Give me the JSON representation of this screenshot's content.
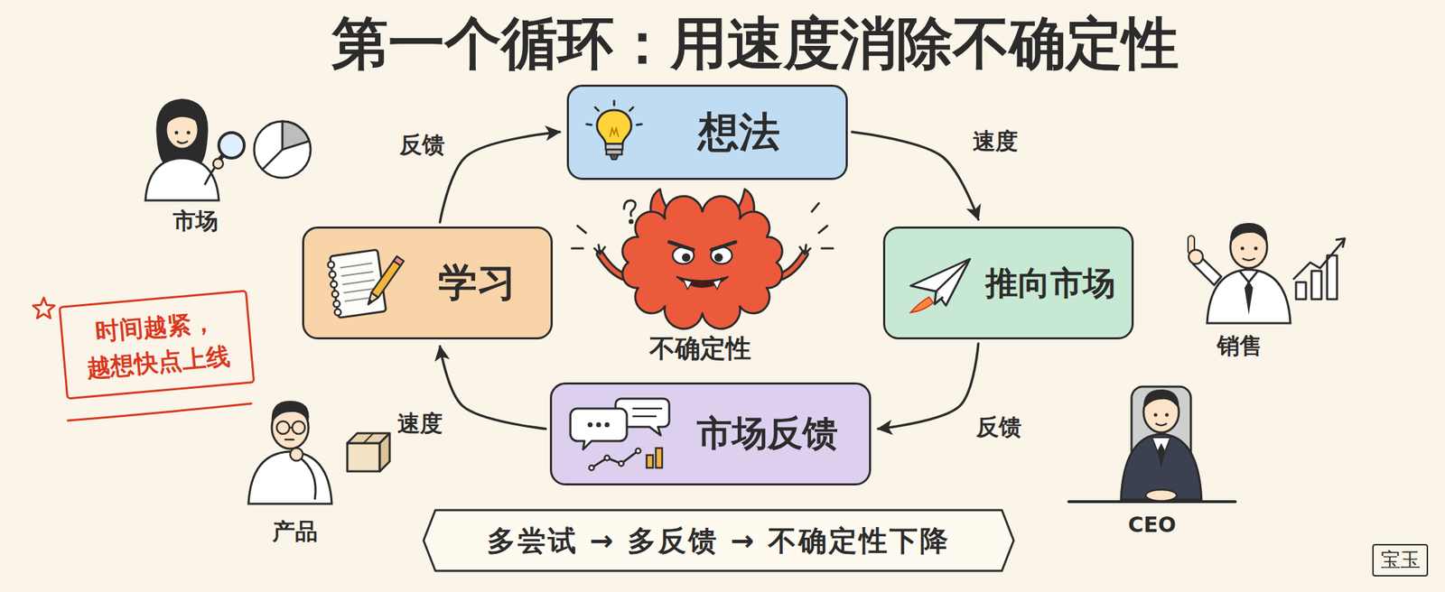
{
  "diagram": {
    "title": "第一个循环：用速度消除不确定性",
    "nodes": [
      {
        "text": [
          "想法"
        ]
      },
      {
        "text": [
          "学习"
        ]
      },
      {
        "text": [
          "推向市场"
        ]
      },
      {
        "text": [
          "时间越紧， 越想快点上线"
        ]
      },
      {
        "text": [
          "市场反馈"
        ]
      },
      {
        "text": [
          "多尝试 → 多反馈 → 不确定性下降"
        ]
      },
      {
        "text": [
          "宝玉"
        ]
      }
    ],
    "edges": [
      {
        "from": 0,
        "to": 2,
        "label": "速度",
        "arrow": "to"
      },
      {
        "from": 2,
        "to": 4,
        "label": "反馈",
        "arrow": "to"
      },
      {
        "from": 4,
        "to": 1,
        "label": "速度",
        "arrow": "to"
      },
      {
        "from": 1,
        "to": 0,
        "label": "反馈",
        "arrow": "to"
      }
    ],
    "labels": [
      "市场",
      "不确定性",
      "销售",
      "产品",
      "CEO"
    ]
  }
}
